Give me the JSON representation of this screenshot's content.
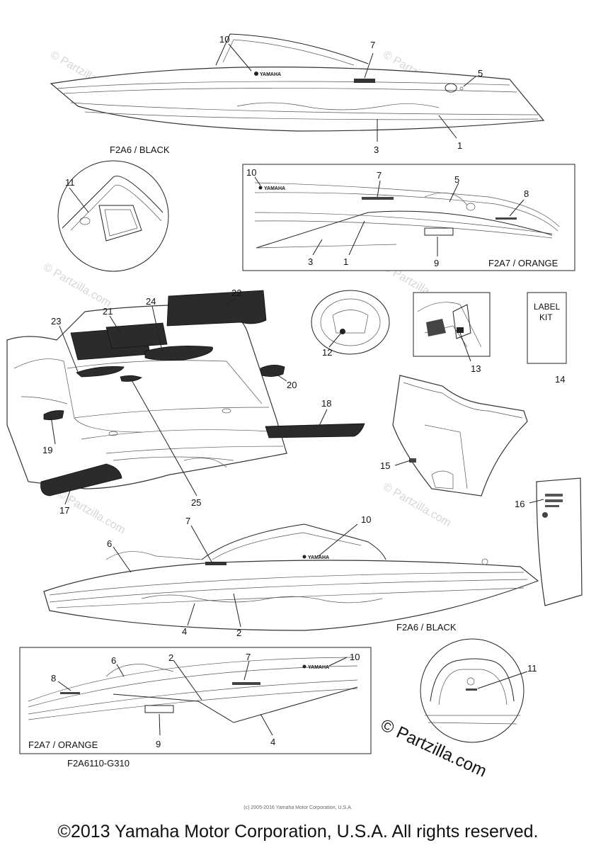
{
  "captions": {
    "top_black": "F2A6 / BLACK",
    "inset_orange_top": "F2A7 / ORANGE",
    "mid_black": "F2A6 / BLACK",
    "inset_orange_bottom": "F2A7 / ORANGE",
    "drawing_code": "F2A6110-G310"
  },
  "label_kit": {
    "line1": "LABEL",
    "line2": "KIT"
  },
  "decals": {
    "yamaha": "YAMAHA"
  },
  "watermark": "© Partzilla.com",
  "partzilla_mark": "© Partzilla.com",
  "small_copyright": "(c) 2005-2016 Yamaha Motor Corporation, U.S.A.",
  "copyright": "©2013 Yamaha Motor Corporation, U.S.A. All rights reserved.",
  "callouts": [
    {
      "id": "c1",
      "label": "1"
    },
    {
      "id": "c3",
      "label": "3"
    },
    {
      "id": "c5",
      "label": "5"
    },
    {
      "id": "c7",
      "label": "7"
    },
    {
      "id": "c10",
      "label": "10"
    },
    {
      "id": "c11a",
      "label": "11"
    },
    {
      "id": "c10b",
      "label": "10"
    },
    {
      "id": "c7b",
      "label": "7"
    },
    {
      "id": "c5b",
      "label": "5"
    },
    {
      "id": "c8",
      "label": "8"
    },
    {
      "id": "c3b",
      "label": "3"
    },
    {
      "id": "c1b",
      "label": "1"
    },
    {
      "id": "c9",
      "label": "9"
    },
    {
      "id": "c22",
      "label": "22"
    },
    {
      "id": "c24",
      "label": "24"
    },
    {
      "id": "c21",
      "label": "21"
    },
    {
      "id": "c23",
      "label": "23"
    },
    {
      "id": "c20",
      "label": "20"
    },
    {
      "id": "c18",
      "label": "18"
    },
    {
      "id": "c19",
      "label": "19"
    },
    {
      "id": "c17",
      "label": "17"
    },
    {
      "id": "c25",
      "label": "25"
    },
    {
      "id": "c12",
      "label": "12"
    },
    {
      "id": "c13",
      "label": "13"
    },
    {
      "id": "c14",
      "label": "14"
    },
    {
      "id": "c15",
      "label": "15"
    },
    {
      "id": "c16",
      "label": "16"
    },
    {
      "id": "c7c",
      "label": "7"
    },
    {
      "id": "c10c",
      "label": "10"
    },
    {
      "id": "c6",
      "label": "6"
    },
    {
      "id": "c4",
      "label": "4"
    },
    {
      "id": "c2",
      "label": "2"
    },
    {
      "id": "c6b",
      "label": "6"
    },
    {
      "id": "c2b",
      "label": "2"
    },
    {
      "id": "c7d",
      "label": "7"
    },
    {
      "id": "c10d",
      "label": "10"
    },
    {
      "id": "c8b",
      "label": "8"
    },
    {
      "id": "c9b",
      "label": "9"
    },
    {
      "id": "c4b",
      "label": "4"
    },
    {
      "id": "c11b",
      "label": "11"
    }
  ]
}
